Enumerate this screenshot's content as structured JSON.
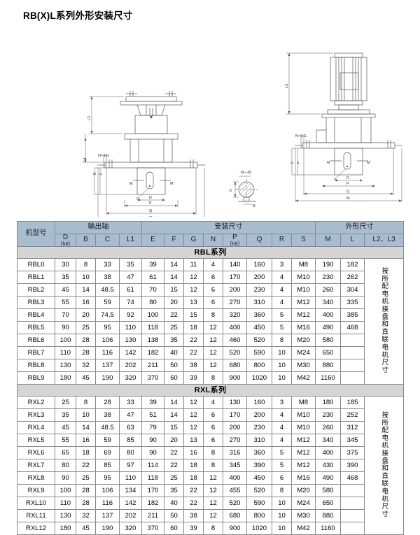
{
  "title": "RB(X)L系列外形安装尺寸",
  "drawing": {
    "labels": {
      "section_view": "M—M",
      "bolt_note": "N×ΦG",
      "dim_L1": "L1",
      "dim_L2": "L2",
      "dim_L3": "L3",
      "dim_B": "B",
      "dim_C": "C",
      "dim_D": "D",
      "dim_E": "E",
      "dim_F": "F",
      "dim_M": "M",
      "dim_P": "P",
      "dim_Q": "Q",
      "dim_S": "S",
      "dim_R": "R"
    }
  },
  "table": {
    "group_headers": {
      "model": "机型号",
      "output_shaft": "输出轴",
      "mounting": "安装尺寸",
      "overall": "外形尺寸"
    },
    "columns": [
      {
        "key": "model",
        "label": "机型号",
        "note": ""
      },
      {
        "key": "D",
        "label": "D",
        "note": "（h6）"
      },
      {
        "key": "B",
        "label": "B",
        "note": ""
      },
      {
        "key": "C",
        "label": "C",
        "note": ""
      },
      {
        "key": "L1",
        "label": "L1",
        "note": ""
      },
      {
        "key": "E",
        "label": "E",
        "note": ""
      },
      {
        "key": "F",
        "label": "F",
        "note": ""
      },
      {
        "key": "G",
        "label": "G",
        "note": ""
      },
      {
        "key": "N",
        "label": "N",
        "note": ""
      },
      {
        "key": "P",
        "label": "P",
        "note": "（h9）"
      },
      {
        "key": "Q",
        "label": "Q",
        "note": ""
      },
      {
        "key": "R",
        "label": "R",
        "note": ""
      },
      {
        "key": "S",
        "label": "S",
        "note": ""
      },
      {
        "key": "M",
        "label": "M",
        "note": ""
      },
      {
        "key": "L",
        "label": "L",
        "note": ""
      },
      {
        "key": "L2L3",
        "label": "L2、L3",
        "note": ""
      }
    ],
    "note_column_text": "按所配电机接盘和直联电机尺寸",
    "sections": [
      {
        "title": "RBL系列",
        "rows": [
          {
            "model": "RBL0",
            "D": "30",
            "B": "8",
            "C": "33",
            "L1": "35",
            "E": "39",
            "F": "14",
            "G": "11",
            "N": "4",
            "P": "140",
            "Q": "160",
            "R": "3",
            "S": "M8",
            "M": "190",
            "L": "182"
          },
          {
            "model": "RBL1",
            "D": "35",
            "B": "10",
            "C": "38",
            "L1": "47",
            "E": "61",
            "F": "14",
            "G": "12",
            "N": "6",
            "P": "170",
            "Q": "200",
            "R": "4",
            "S": "M10",
            "M": "230",
            "L": "262"
          },
          {
            "model": "RBL2",
            "D": "45",
            "B": "14",
            "C": "48.5",
            "L1": "61",
            "E": "70",
            "F": "15",
            "G": "12",
            "N": "6",
            "P": "200",
            "Q": "230",
            "R": "4",
            "S": "M10",
            "M": "260",
            "L": "304"
          },
          {
            "model": "RBL3",
            "D": "55",
            "B": "16",
            "C": "59",
            "L1": "74",
            "E": "80",
            "F": "20",
            "G": "13",
            "N": "6",
            "P": "270",
            "Q": "310",
            "R": "4",
            "S": "M12",
            "M": "340",
            "L": "335"
          },
          {
            "model": "RBL4",
            "D": "70",
            "B": "20",
            "C": "74.5",
            "L1": "92",
            "E": "100",
            "F": "22",
            "G": "15",
            "N": "8",
            "P": "320",
            "Q": "360",
            "R": "5",
            "S": "M12",
            "M": "400",
            "L": "385"
          },
          {
            "model": "RBL5",
            "D": "90",
            "B": "25",
            "C": "95",
            "L1": "110",
            "E": "118",
            "F": "25",
            "G": "18",
            "N": "12",
            "P": "400",
            "Q": "450",
            "R": "5",
            "S": "M16",
            "M": "490",
            "L": "468"
          },
          {
            "model": "RBL6",
            "D": "100",
            "B": "28",
            "C": "106",
            "L1": "130",
            "E": "138",
            "F": "35",
            "G": "22",
            "N": "12",
            "P": "460",
            "Q": "520",
            "R": "8",
            "S": "M20",
            "M": "580",
            "L": ""
          },
          {
            "model": "RBL7",
            "D": "110",
            "B": "28",
            "C": "116",
            "L1": "142",
            "E": "182",
            "F": "40",
            "G": "22",
            "N": "12",
            "P": "520",
            "Q": "590",
            "R": "10",
            "S": "M24",
            "M": "650",
            "L": ""
          },
          {
            "model": "RBL8",
            "D": "130",
            "B": "32",
            "C": "137",
            "L1": "202",
            "E": "211",
            "F": "50",
            "G": "38",
            "N": "12",
            "P": "680",
            "Q": "800",
            "R": "10",
            "S": "M30",
            "M": "880",
            "L": ""
          },
          {
            "model": "RBL9",
            "D": "180",
            "B": "45",
            "C": "190",
            "L1": "320",
            "E": "370",
            "F": "60",
            "G": "39",
            "N": "8",
            "P": "900",
            "Q": "1020",
            "R": "10",
            "S": "M42",
            "M": "1160",
            "L": ""
          }
        ]
      },
      {
        "title": "RXL系列",
        "rows": [
          {
            "model": "RXL2",
            "D": "25",
            "B": "8",
            "C": "28",
            "L1": "33",
            "E": "39",
            "F": "14",
            "G": "12",
            "N": "4",
            "P": "130",
            "Q": "160",
            "R": "3",
            "S": "M8",
            "M": "180",
            "L": "185"
          },
          {
            "model": "RXL3",
            "D": "35",
            "B": "10",
            "C": "38",
            "L1": "47",
            "E": "51",
            "F": "14",
            "G": "12",
            "N": "6",
            "P": "170",
            "Q": "200",
            "R": "4",
            "S": "M10",
            "M": "230",
            "L": "252"
          },
          {
            "model": "RXL4",
            "D": "45",
            "B": "14",
            "C": "48.5",
            "L1": "63",
            "E": "79",
            "F": "15",
            "G": "12",
            "N": "6",
            "P": "200",
            "Q": "230",
            "R": "4",
            "S": "M10",
            "M": "260",
            "L": "312"
          },
          {
            "model": "RXL5",
            "D": "55",
            "B": "16",
            "C": "59",
            "L1": "85",
            "E": "90",
            "F": "20",
            "G": "13",
            "N": "6",
            "P": "270",
            "Q": "310",
            "R": "4",
            "S": "M12",
            "M": "340",
            "L": "345"
          },
          {
            "model": "RXL6",
            "D": "65",
            "B": "18",
            "C": "69",
            "L1": "80",
            "E": "90",
            "F": "22",
            "G": "16",
            "N": "8",
            "P": "316",
            "Q": "360",
            "R": "5",
            "S": "M12",
            "M": "400",
            "L": "375"
          },
          {
            "model": "RXL7",
            "D": "80",
            "B": "22",
            "C": "85",
            "L1": "97",
            "E": "114",
            "F": "22",
            "G": "18",
            "N": "8",
            "P": "345",
            "Q": "390",
            "R": "5",
            "S": "M12",
            "M": "430",
            "L": "390"
          },
          {
            "model": "RXL8",
            "D": "90",
            "B": "25",
            "C": "95",
            "L1": "110",
            "E": "118",
            "F": "25",
            "G": "18",
            "N": "12",
            "P": "400",
            "Q": "450",
            "R": "6",
            "S": "M16",
            "M": "490",
            "L": "468"
          },
          {
            "model": "RXL9",
            "D": "100",
            "B": "28",
            "C": "106",
            "L1": "134",
            "E": "170",
            "F": "35",
            "G": "22",
            "N": "12",
            "P": "455",
            "Q": "520",
            "R": "8",
            "S": "M20",
            "M": "580",
            "L": ""
          },
          {
            "model": "RXL10",
            "D": "110",
            "B": "28",
            "C": "116",
            "L1": "142",
            "E": "182",
            "F": "40",
            "G": "22",
            "N": "12",
            "P": "520",
            "Q": "590",
            "R": "10",
            "S": "M24",
            "M": "650",
            "L": ""
          },
          {
            "model": "RXL11",
            "D": "130",
            "B": "32",
            "C": "137",
            "L1": "202",
            "E": "211",
            "F": "50",
            "G": "38",
            "N": "12",
            "P": "680",
            "Q": "800",
            "R": "10",
            "S": "M30",
            "M": "880",
            "L": ""
          },
          {
            "model": "RXL12",
            "D": "180",
            "B": "45",
            "C": "190",
            "L1": "320",
            "E": "370",
            "F": "60",
            "G": "39",
            "N": "8",
            "P": "900",
            "Q": "1020",
            "R": "10",
            "S": "M42",
            "M": "1160",
            "L": ""
          }
        ]
      }
    ]
  },
  "colors": {
    "header_bg": "#a9bdd1",
    "series_bg": "#d5d5d5",
    "border": "#8a8a8a",
    "line": "#555555"
  }
}
